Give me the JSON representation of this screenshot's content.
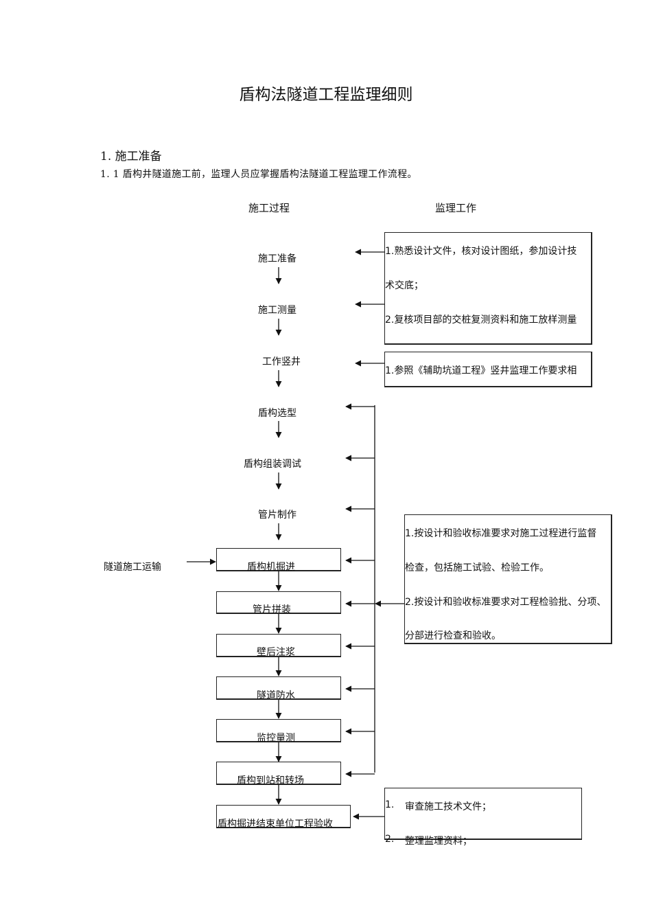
{
  "doc": {
    "title": "盾构法隧道工程监理细则",
    "section_heading": "1. 施工准备",
    "intro": "1. 1 盾构井隧道施工前，监理人员应掌握盾构法隧道工程监理工作流程。"
  },
  "flowchart": {
    "col_process": "施工过程",
    "col_supervision": "监理工作",
    "steps": [
      "施工准备",
      "施工测量",
      "工作竖井",
      "盾构选型",
      "盾构组装调试",
      "管片制作",
      "盾构机掘进",
      "管片拼装",
      "壁后注浆",
      "隧道防水",
      "监控量测",
      "盾构到站和转场",
      "盾构掘进结束单位工程验收"
    ],
    "side_input": "隧道施工运输",
    "box1": {
      "lines": [
        "1.熟悉设计文件，核对设计图纸，参加设计技",
        "术交底；",
        "2.复核项目部的交桩复测资料和施工放样测量"
      ]
    },
    "box2": {
      "lines": [
        "1.参照《辅助坑道工程》竖井监理工作要求相"
      ]
    },
    "box3": {
      "lines": [
        "1.按设计和验收标准要求对施工过程进行监督",
        "检查，包括施工试验、检验工作。",
        "2.按设计和验收标准要求对工程检验批、分项、",
        "分部进行检查和验收。"
      ]
    },
    "box4": {
      "items": [
        {
          "num": "1.",
          "text": "审查施工技术文件；"
        },
        {
          "num": "2.",
          "text": "整理监理资料；"
        }
      ]
    }
  }
}
